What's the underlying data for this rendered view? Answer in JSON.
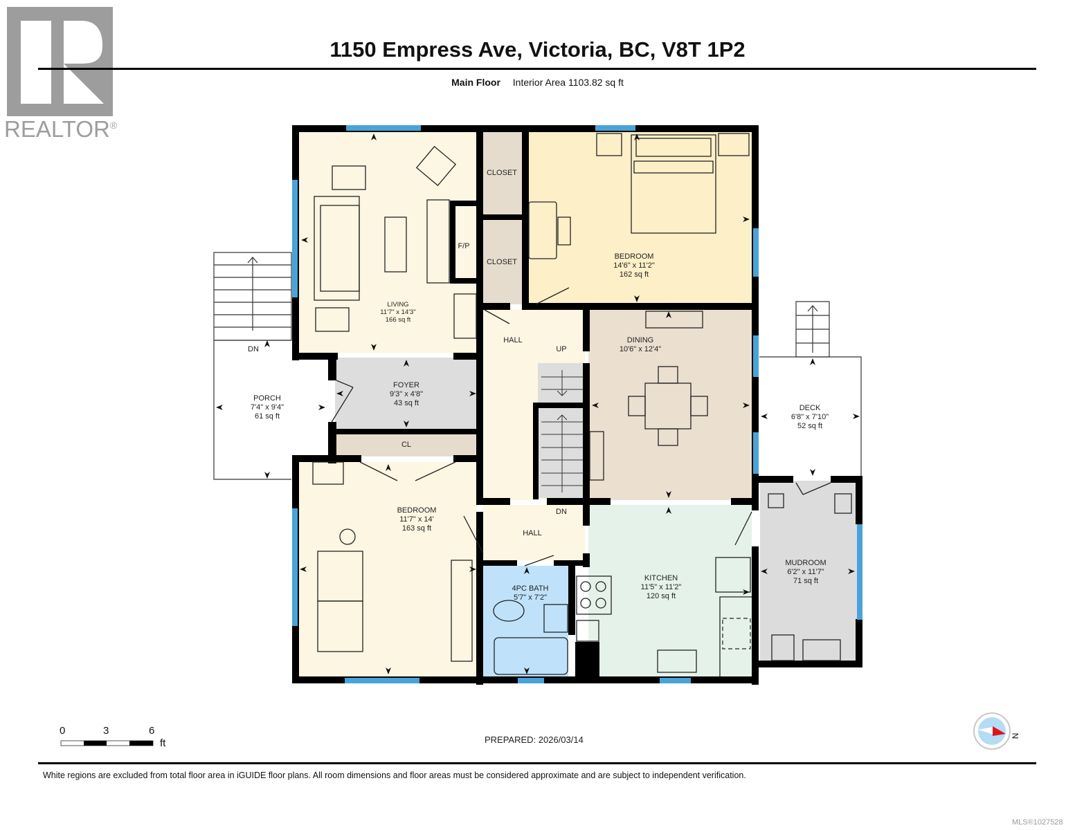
{
  "logo": {
    "brand": "REALTOR",
    "registered": "®",
    "icon": "realtor-r-logo-icon"
  },
  "header": {
    "address": "1150 Empress Ave, Victoria, BC, V8T 1P2",
    "floor": "Main Floor",
    "interior_area": "Interior Area 1103.82 sq ft"
  },
  "rooms": {
    "living": {
      "name": "LIVING",
      "dims": "11'7\" x 14'3\"",
      "area": "166 sq ft"
    },
    "bedroom1": {
      "name": "BEDROOM",
      "dims": "14'6\" x 11'2\"",
      "area": "162 sq ft"
    },
    "closet1": {
      "name": "CLOSET"
    },
    "closet2": {
      "name": "CLOSET"
    },
    "fp": {
      "name": "F/P"
    },
    "hall1": {
      "name": "HALL"
    },
    "up": {
      "name": "UP"
    },
    "dining": {
      "name": "DINING",
      "dims": "10'6\" x 12'4\""
    },
    "foyer": {
      "name": "FOYER",
      "dims": "9'3\" x 4'8\"",
      "area": "43 sq ft"
    },
    "porch": {
      "name": "PORCH",
      "dims": "7'4\" x 9'4\"",
      "area": "61 sq ft"
    },
    "porch_dn": {
      "name": "DN"
    },
    "cl": {
      "name": "CL"
    },
    "deck": {
      "name": "DECK",
      "dims": "6'8\" x 7'10\"",
      "area": "52 sq ft"
    },
    "bedroom2": {
      "name": "BEDROOM",
      "dims": "11'7\" x 14'",
      "area": "163 sq ft"
    },
    "hall2": {
      "name": "HALL"
    },
    "dn": {
      "name": "DN"
    },
    "bath": {
      "name": "4PC BATH",
      "dims": "5'7\" x 7'2\""
    },
    "kitchen": {
      "name": "KITCHEN",
      "dims": "11'5\" x 11'2\"",
      "area": "120 sq ft"
    },
    "mudroom": {
      "name": "MUDROOM",
      "dims": "6'2\" x 11'7\"",
      "area": "71 sq ft"
    }
  },
  "scale": {
    "ticks": [
      "0",
      "3",
      "6"
    ],
    "unit": "ft"
  },
  "compass": {
    "label": "N",
    "icon": "compass-icon"
  },
  "footer": {
    "prepared": "PREPARED: 2026/03/14",
    "disclaimer": "White regions are excluded from total floor area in iGUIDE floor plans. All room dimensions and floor areas must be considered approximate and are subject to independent verification.",
    "mls": "MLS®1027528"
  },
  "colors": {
    "wall": "#000000",
    "window": "#4aa3d8",
    "living": "#fdf6e3",
    "bedroom": "#fdefc8",
    "closet": "#e6dccd",
    "dining": "#ebdfd0",
    "foyer": "#dddddd",
    "kitchen": "#e5f2ea",
    "bath": "#bfe2fa",
    "mudroom": "#dcdcdc",
    "logo": "#9d9d9d",
    "compass_red": "#e0141c",
    "compass_blue": "#b4dcf4"
  }
}
